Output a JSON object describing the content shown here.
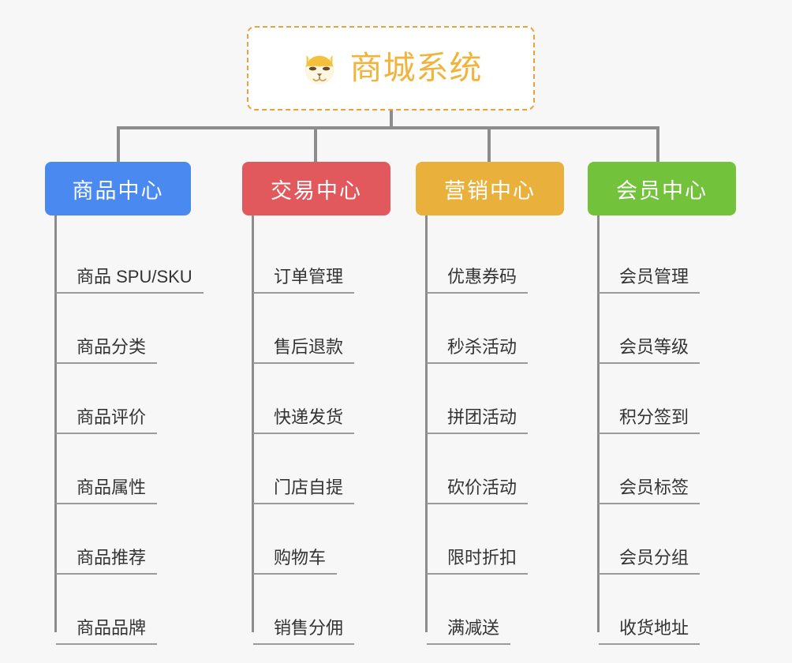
{
  "page": {
    "background_color": "#f7f7f7",
    "connector_color": "#8c8c8c",
    "leaf_text_color": "#333333",
    "leaf_rule_color": "#9a9a9a"
  },
  "root": {
    "title": "商城系统",
    "icon": "shiba-dog-face-icon",
    "text_color": "#f0b43c",
    "border_color": "#e8a33d",
    "background_color": "#ffffff"
  },
  "categories": [
    {
      "id": "product-center",
      "label": "商品中心",
      "color": "#4a89f0",
      "items": [
        "商品 SPU/SKU",
        "商品分类",
        "商品评价",
        "商品属性",
        "商品推荐",
        "商品品牌"
      ]
    },
    {
      "id": "trade-center",
      "label": "交易中心",
      "color": "#e1595c",
      "items": [
        "订单管理",
        "售后退款",
        "快递发货",
        "门店自提",
        "购物车",
        "销售分佣"
      ]
    },
    {
      "id": "marketing-center",
      "label": "营销中心",
      "color": "#eab03c",
      "items": [
        "优惠券码",
        "秒杀活动",
        "拼团活动",
        "砍价活动",
        "限时折扣",
        "满减送"
      ]
    },
    {
      "id": "member-center",
      "label": "会员中心",
      "color": "#72c23c",
      "items": [
        "会员管理",
        "会员等级",
        "积分签到",
        "会员标签",
        "会员分组",
        "收货地址"
      ]
    }
  ]
}
